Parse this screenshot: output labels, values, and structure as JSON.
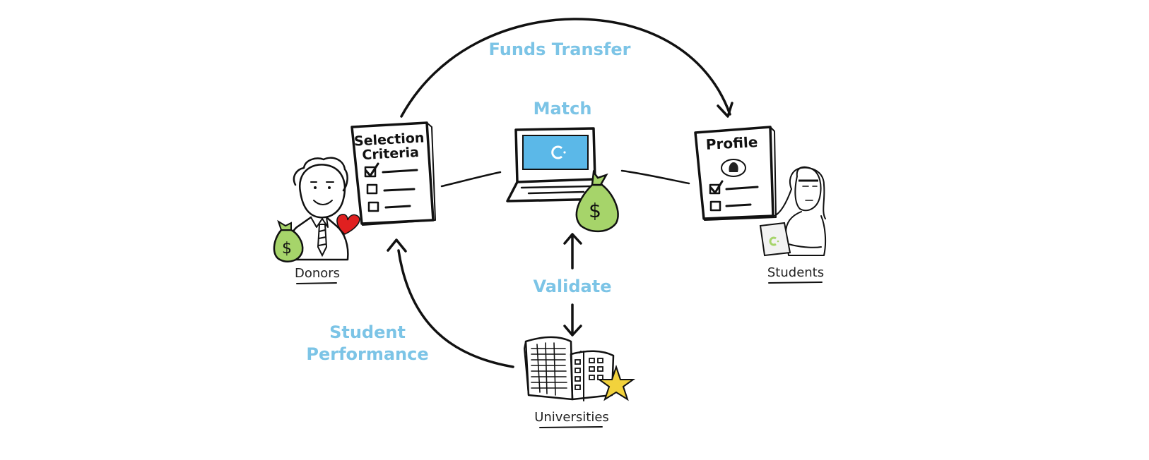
{
  "flows": {
    "funds_transfer": "Funds Transfer",
    "match": "Match",
    "validate": "Validate",
    "student_performance_line1": "Student",
    "student_performance_line2": "Performance"
  },
  "documents": {
    "selection_criteria_line1": "Selection",
    "selection_criteria_line2": "Criteria",
    "profile_title": "Profile"
  },
  "actors": {
    "donors": "Donors",
    "students": "Students",
    "universities": "Universities"
  },
  "symbols": {
    "currency": "$"
  },
  "colors": {
    "label_blue": "#7cc4e6",
    "money_green": "#a6d46a",
    "heart_red": "#e02020",
    "star_yellow": "#f2d23c",
    "screen_blue": "#5bb8e8",
    "ink": "#111111"
  }
}
